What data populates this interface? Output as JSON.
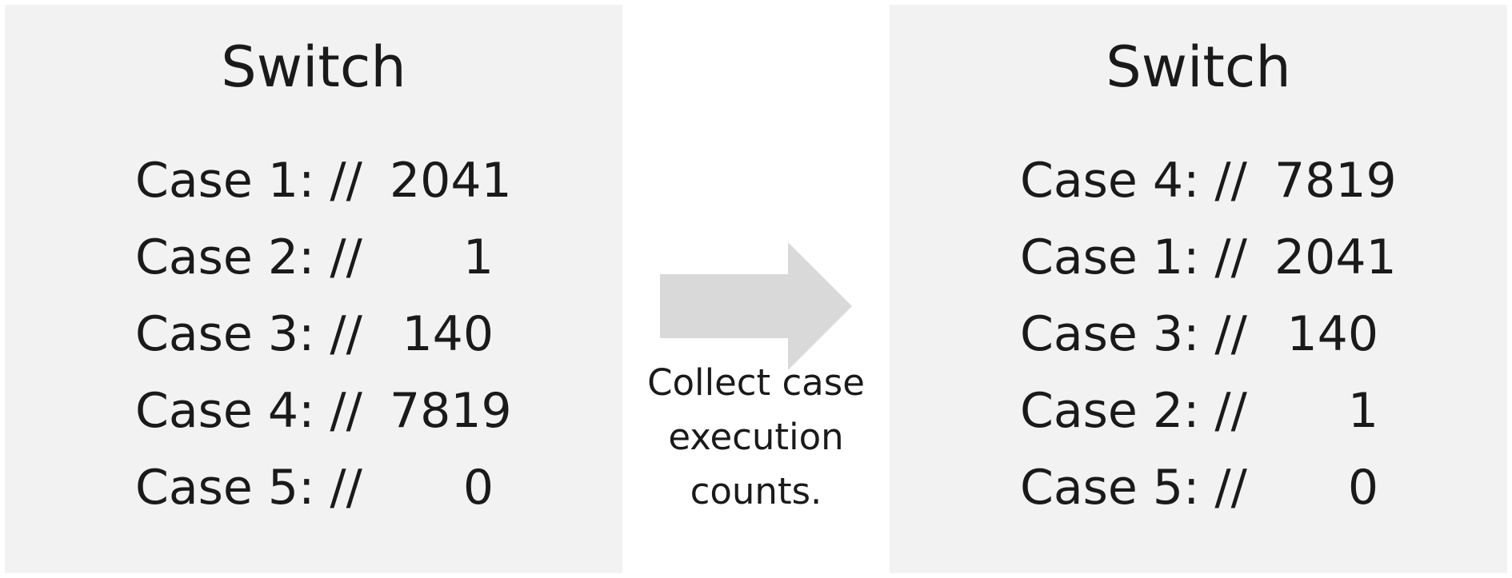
{
  "left_panel": {
    "title": "Switch",
    "rows": [
      {
        "label": "Case 1: //",
        "count": "2041"
      },
      {
        "label": "Case 2: //",
        "count": "1"
      },
      {
        "label": "Case 3: //",
        "count": "140"
      },
      {
        "label": "Case 4: //",
        "count": "7819"
      },
      {
        "label": "Case 5: //",
        "count": "0"
      }
    ]
  },
  "right_panel": {
    "title": "Switch",
    "rows": [
      {
        "label": "Case 4: //",
        "count": "7819"
      },
      {
        "label": "Case 1: //",
        "count": "2041"
      },
      {
        "label": "Case 3: //",
        "count": "140"
      },
      {
        "label": "Case 2: //",
        "count": "1"
      },
      {
        "label": "Case 5: //",
        "count": "0"
      }
    ]
  },
  "arrow": {
    "icon": "right-arrow-icon",
    "color": "#d9d9d9",
    "caption_lines": [
      "Collect case",
      "execution",
      "counts."
    ]
  },
  "colors": {
    "panel_background": "#f2f2f2",
    "text": "#1a1a1a"
  }
}
